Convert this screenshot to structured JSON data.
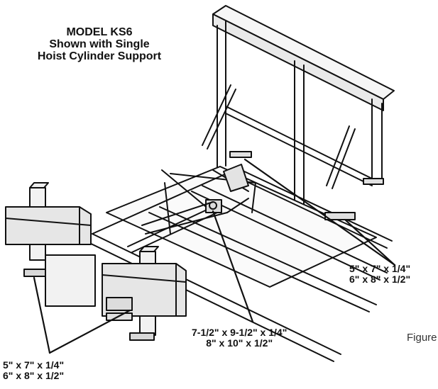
{
  "title_block": {
    "line1": "MODEL KS6",
    "line2": "Shown with Single",
    "line3": "Hoist Cylinder Support"
  },
  "dimension_labels": {
    "right": [
      "5\" x 7\" x 1/4\"",
      "6\" x 8\" x 1/2\""
    ],
    "center": [
      "7-1/2\" x 9-1/2\" x 1/4\"",
      "8\" x 10\" x 1/2\""
    ],
    "left": [
      "5\" x 7\" x 1/4\"",
      "6\" x 8\" x 1/2\""
    ]
  },
  "figure_caption": "Figure"
}
